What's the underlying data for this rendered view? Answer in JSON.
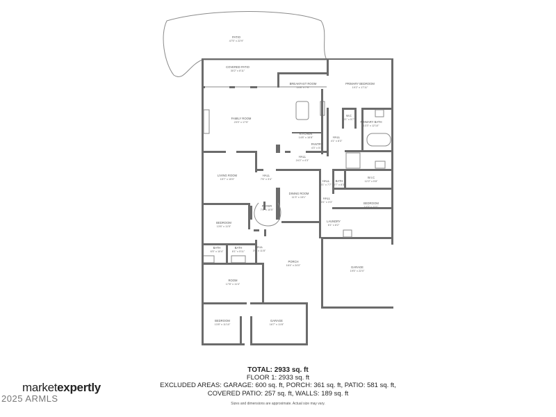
{
  "rooms": [
    {
      "id": "patio",
      "name": "PATIO",
      "dim": "47'5\" x 22'9\""
    },
    {
      "id": "covered-patio",
      "name": "COVERED PATIO",
      "dim": "30'2\" x 8'11\""
    },
    {
      "id": "breakfast-room",
      "name": "BREAKFAST ROOM",
      "dim": "14'8\" x 7'9\""
    },
    {
      "id": "primary-bedroom",
      "name": "PRIMARY BEDROOM",
      "dim": "19'2\" x 17'11\""
    },
    {
      "id": "family-room",
      "name": "FAMILY ROOM",
      "dim": "23'3\" x 17'5\""
    },
    {
      "id": "kitchen",
      "name": "KITCHEN",
      "dim": "14'8\" x 16'8\""
    },
    {
      "id": "wc",
      "name": "W.C",
      "dim": "3'1\" x 5'7\""
    },
    {
      "id": "primary-bath",
      "name": "PRIMARY BATH",
      "dim": "13'3\" x 12'10\""
    },
    {
      "id": "pantry",
      "name": "PANTRY",
      "dim": "4'3\" x 5'7\""
    },
    {
      "id": "hall-1",
      "name": "HALL",
      "dim": "4'1\" x 8'3\""
    },
    {
      "id": "hall-2",
      "name": "HALL",
      "dim": "24'2\" x 4'3\""
    },
    {
      "id": "living-room",
      "name": "LIVING ROOM",
      "dim": "15'7\" x 15'0\""
    },
    {
      "id": "hall-3",
      "name": "HALL",
      "dim": "7'6\" x 3'4\""
    },
    {
      "id": "dining-room",
      "name": "DINING ROOM",
      "dim": "11'3\" x 15'1\""
    },
    {
      "id": "hall-4",
      "name": "HALL",
      "dim": "3'1\" x 7'7\""
    },
    {
      "id": "wic",
      "name": "W.I.C",
      "dim": "12'2\" x 5'8\""
    },
    {
      "id": "bath-1",
      "name": "BATH",
      "dim": "5'7\" x 8'3\""
    },
    {
      "id": "hall-5",
      "name": "HALL",
      "dim": "3'1\" x 3'3\""
    },
    {
      "id": "bedroom-1",
      "name": "BEDROOM",
      "dim": "14'3\" x 11'1\""
    },
    {
      "id": "foyer",
      "name": "FOYER",
      "dim": "7'6\" x 10'5\""
    },
    {
      "id": "bedroom-2",
      "name": "BEDROOM",
      "dim": "13'6\" x 11'5\""
    },
    {
      "id": "laundry",
      "name": "LAUNDRY",
      "dim": "6'1\" x 8'2\""
    },
    {
      "id": "bath-2",
      "name": "BATH",
      "dim": "6'5\" x 10'4\""
    },
    {
      "id": "bath-3",
      "name": "BATH",
      "dim": "8'1\" x 5'11\""
    },
    {
      "id": "hall-6",
      "name": "HALL",
      "dim": "3'6\" x 11'8\""
    },
    {
      "id": "porch",
      "name": "PORCH",
      "dim": "16'4\" x 24'0\""
    },
    {
      "id": "garage-1",
      "name": "GARAGE",
      "dim": "19'5\" x 22'0\""
    },
    {
      "id": "room",
      "name": "ROOM",
      "dim": "17'8\" x 11'4\""
    },
    {
      "id": "bedroom-3",
      "name": "BEDROOM",
      "dim": "13'8\" x 11'10\""
    },
    {
      "id": "garage-2",
      "name": "GARAGE",
      "dim": "16'7\" x 11'8\""
    }
  ],
  "summary": {
    "total": "TOTAL: 2933 sq. ft",
    "floor1": "FLOOR 1: 2933 sq. ft",
    "excluded_line1": "EXCLUDED AREAS: GARAGE: 600 sq. ft, PORCH: 361 sq. ft, PATIO: 581 sq. ft,",
    "excluded_line2": "COVERED PATIO: 257 sq. ft, WALLS: 189 sq. ft",
    "disclaimer": "Sizes and dimensions are approximate. Actual size may vary."
  },
  "branding": {
    "brand_light": "market",
    "brand_bold": "expertly",
    "copyright": "2025 ARMLS"
  }
}
